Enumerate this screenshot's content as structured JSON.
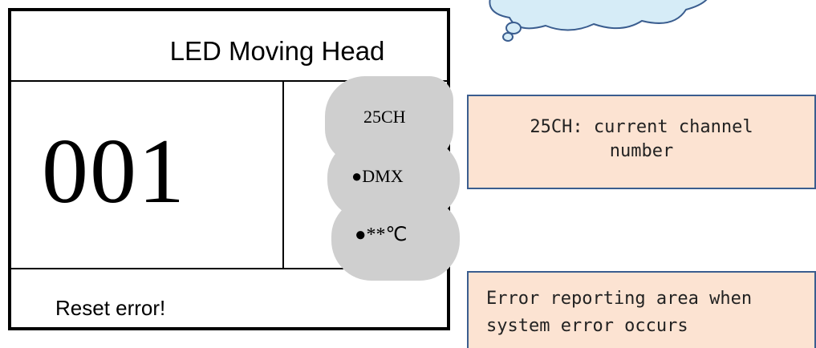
{
  "display": {
    "title": "LED Moving Head",
    "address": "001",
    "status": {
      "channel": "25CH",
      "dmx": "●DMX",
      "temperature": "●**℃"
    },
    "error_message": "Reset error!"
  },
  "callouts": {
    "channel": {
      "line1": "25CH: current channel",
      "line2": "number"
    },
    "error": {
      "line1": "Error reporting area when",
      "line2": "system error occurs"
    }
  },
  "colors": {
    "status_background": "#cfcfcf",
    "callout_fill": "#fce3d2",
    "callout_border": "#3a5d8f",
    "cloud_fill": "#d6ecf7",
    "cloud_stroke": "#3a5d8f"
  }
}
